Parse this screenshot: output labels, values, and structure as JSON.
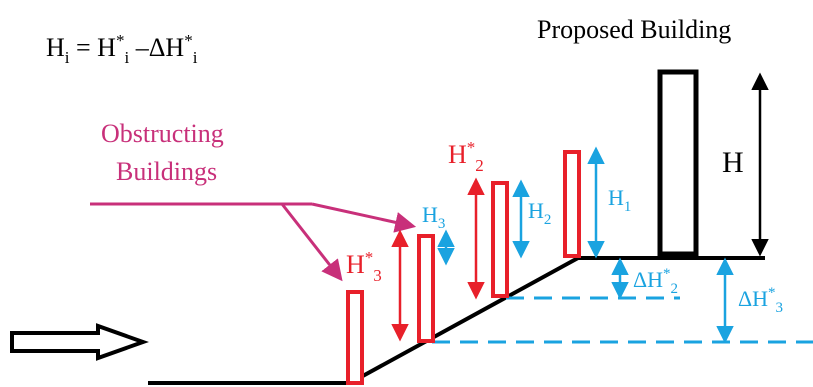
{
  "colors": {
    "black": "#000000",
    "red": "#e8202a",
    "blue": "#1aa3e0",
    "magenta": "#c8307a"
  },
  "equation": {
    "lhs": "H",
    "lhs_sub": "i",
    "eq": " = H",
    "star1": "*",
    "sub1": "i",
    "minus": " –ΔH",
    "star2": "*",
    "sub2": "i"
  },
  "labels": {
    "proposed_building": "Proposed Building",
    "obstructing_line1": "Obstructing",
    "obstructing_line2": "Buildings",
    "H": "H",
    "H1": {
      "base": "H",
      "sub": "1"
    },
    "H2": {
      "base": "H",
      "sub": "2"
    },
    "H3": {
      "base": "H",
      "sub": "3"
    },
    "Hstar2": {
      "base": "H",
      "sup": "*",
      "sub": "2"
    },
    "Hstar3": {
      "base": "H",
      "sup": "*",
      "sub": "3"
    },
    "dHstar2": {
      "base": "ΔH",
      "sup": "*",
      "sub": "2"
    },
    "dHstar3": {
      "base": "ΔH",
      "sup": "*",
      "sub": "3"
    }
  }
}
